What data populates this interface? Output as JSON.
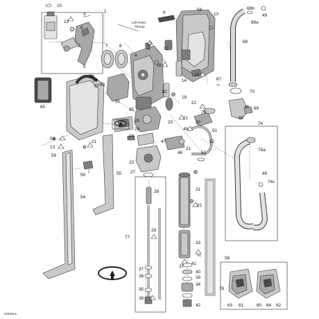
{
  "drawing_code": "s29401a",
  "thread_note": [
    "Left Hand",
    "Thread"
  ],
  "callouts": {
    "c1": "1",
    "c2": "2",
    "c3": "3",
    "c4": "4",
    "c5": "5",
    "c6": "6",
    "c7": "7",
    "c8": "8",
    "c9": "9",
    "c10": "10",
    "c12": "12",
    "c13a": "13",
    "c13b": "13",
    "c13c": "13",
    "c14": "14",
    "c15": "15",
    "c16": "16",
    "c17": "17",
    "c18": "18",
    "c20": "20",
    "c21a": "21",
    "c21b": "21",
    "c21c": "21",
    "c22a": "22",
    "c22b": "22",
    "c23": "23",
    "c24": "24",
    "c25": "25",
    "c26": "26",
    "c27": "27",
    "c28": "28",
    "c29": "29",
    "c31": "31",
    "c33": "33",
    "c34": "34",
    "c35": "35",
    "c36": "36",
    "c37a": "37",
    "c37b": "37",
    "c38": "38",
    "c39": "39",
    "c40": "40",
    "c41": "41",
    "c42": "42",
    "c47": "47",
    "c48": "48",
    "c49a": "49",
    "c49b": "49",
    "c49c": "49",
    "c50": "50",
    "c51": "51",
    "c52": "52",
    "c53": "53",
    "c54": "54",
    "c55": "55",
    "c56": "56",
    "c58a": "58",
    "c58b": "58",
    "c58c": "58",
    "c59a": "59",
    "c59b": "59",
    "c60": "60",
    "c61": "61",
    "c62": "62",
    "c63": "63",
    "c64": "64",
    "c65": "65",
    "c67": "67",
    "c68": "68",
    "c68a": "68a",
    "c68b": "68b",
    "c69": "69",
    "c70": "70",
    "c74": "74",
    "c74a": "74a",
    "c74c": "74c",
    "c77": "77",
    "c78": "78",
    "c79": "79",
    "c80": "80",
    "c81": "81",
    "c82": "82",
    "c83": "83",
    "c84": "84",
    "c85": "85",
    "c87": "87"
  },
  "tag_notes": {
    "tl": "TL",
    "ts": "TS"
  },
  "colors": {
    "ink": "#222222",
    "paper": "#ffffff",
    "shade": "#a8a8a8"
  }
}
